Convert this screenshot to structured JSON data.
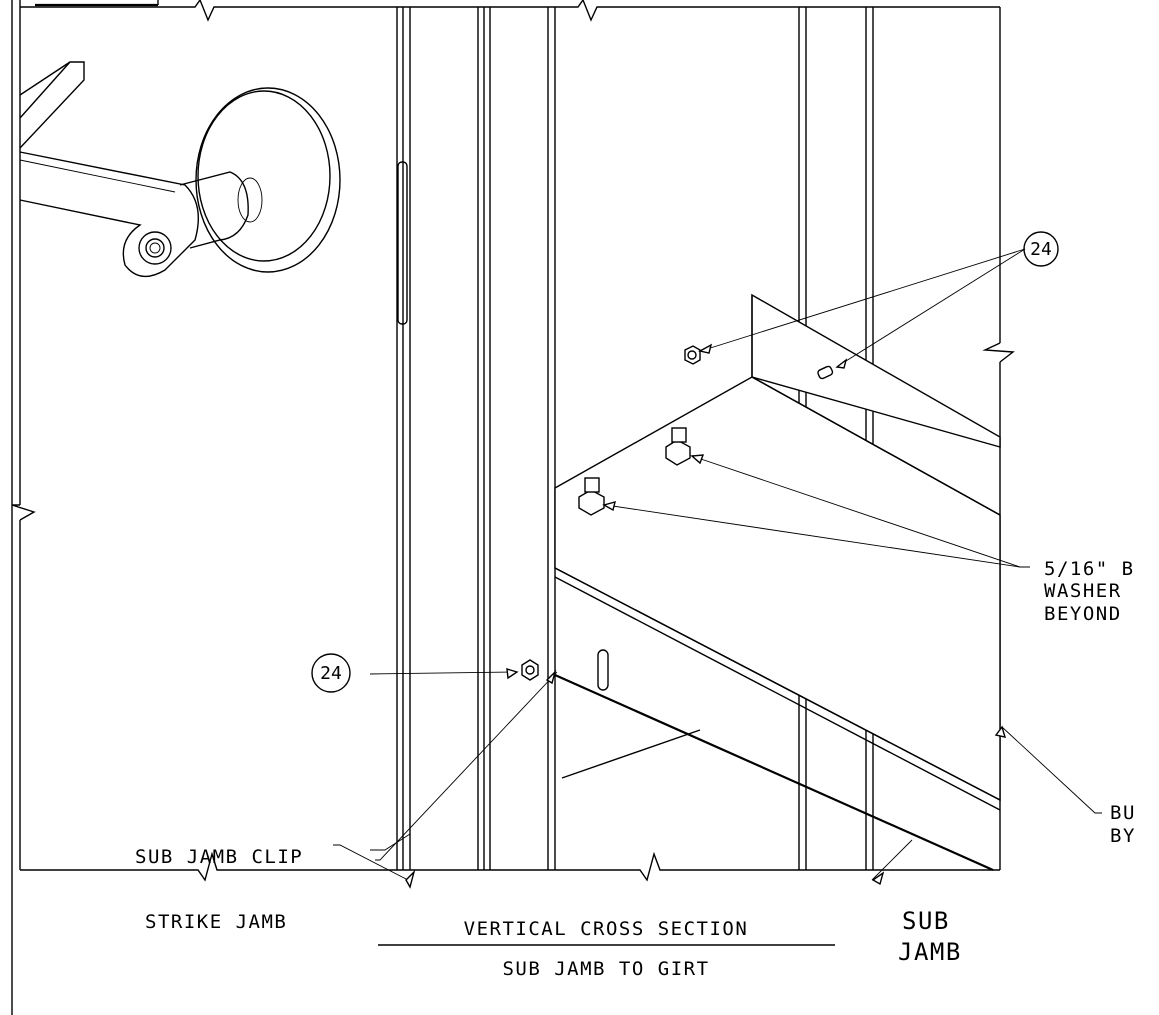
{
  "callouts": {
    "detail_number_top": "24",
    "detail_number_left": "24",
    "bolt_note": [
      "5/16\" B",
      "WASHER",
      "BEYOND"
    ],
    "building_note": [
      "BU",
      "BY"
    ],
    "sub_jamb_clip": "SUB JAMB CLIP",
    "strike_jamb": "STRIKE JAMB",
    "sub_jamb": [
      "SUB",
      "JAMB"
    ]
  },
  "title_block": {
    "title": "VERTICAL CROSS SECTION",
    "subtitle": "SUB JAMB TO GIRT"
  }
}
